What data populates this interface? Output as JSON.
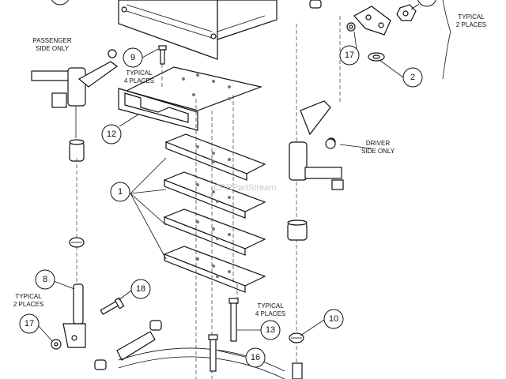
{
  "colors": {
    "ink": "#111111",
    "watermark": "#c9c9c9",
    "background": "#ffffff"
  },
  "notes": {
    "passenger_side": [
      "PASSENGER",
      "SIDE ONLY"
    ],
    "driver_side": [
      "DRIVER",
      "SIDE ONLY"
    ],
    "typical_4_a": [
      "TYPICAL",
      "4 PLACES"
    ],
    "typical_4_b": [
      "TYPICAL",
      "4 PLACES"
    ],
    "typical_2_left": [
      "TYPICAL",
      "2 PLACES"
    ],
    "typical_2_right": [
      "TYPICAL",
      "2 PLACES"
    ]
  },
  "watermark": "CRRPartStream",
  "callouts": {
    "c9": "9",
    "c12": "12",
    "c1": "1",
    "c8": "8",
    "c17_left": "17",
    "c18": "18",
    "c13": "13",
    "c16": "16",
    "c10": "10",
    "c17_right": "17",
    "c2": "2"
  }
}
